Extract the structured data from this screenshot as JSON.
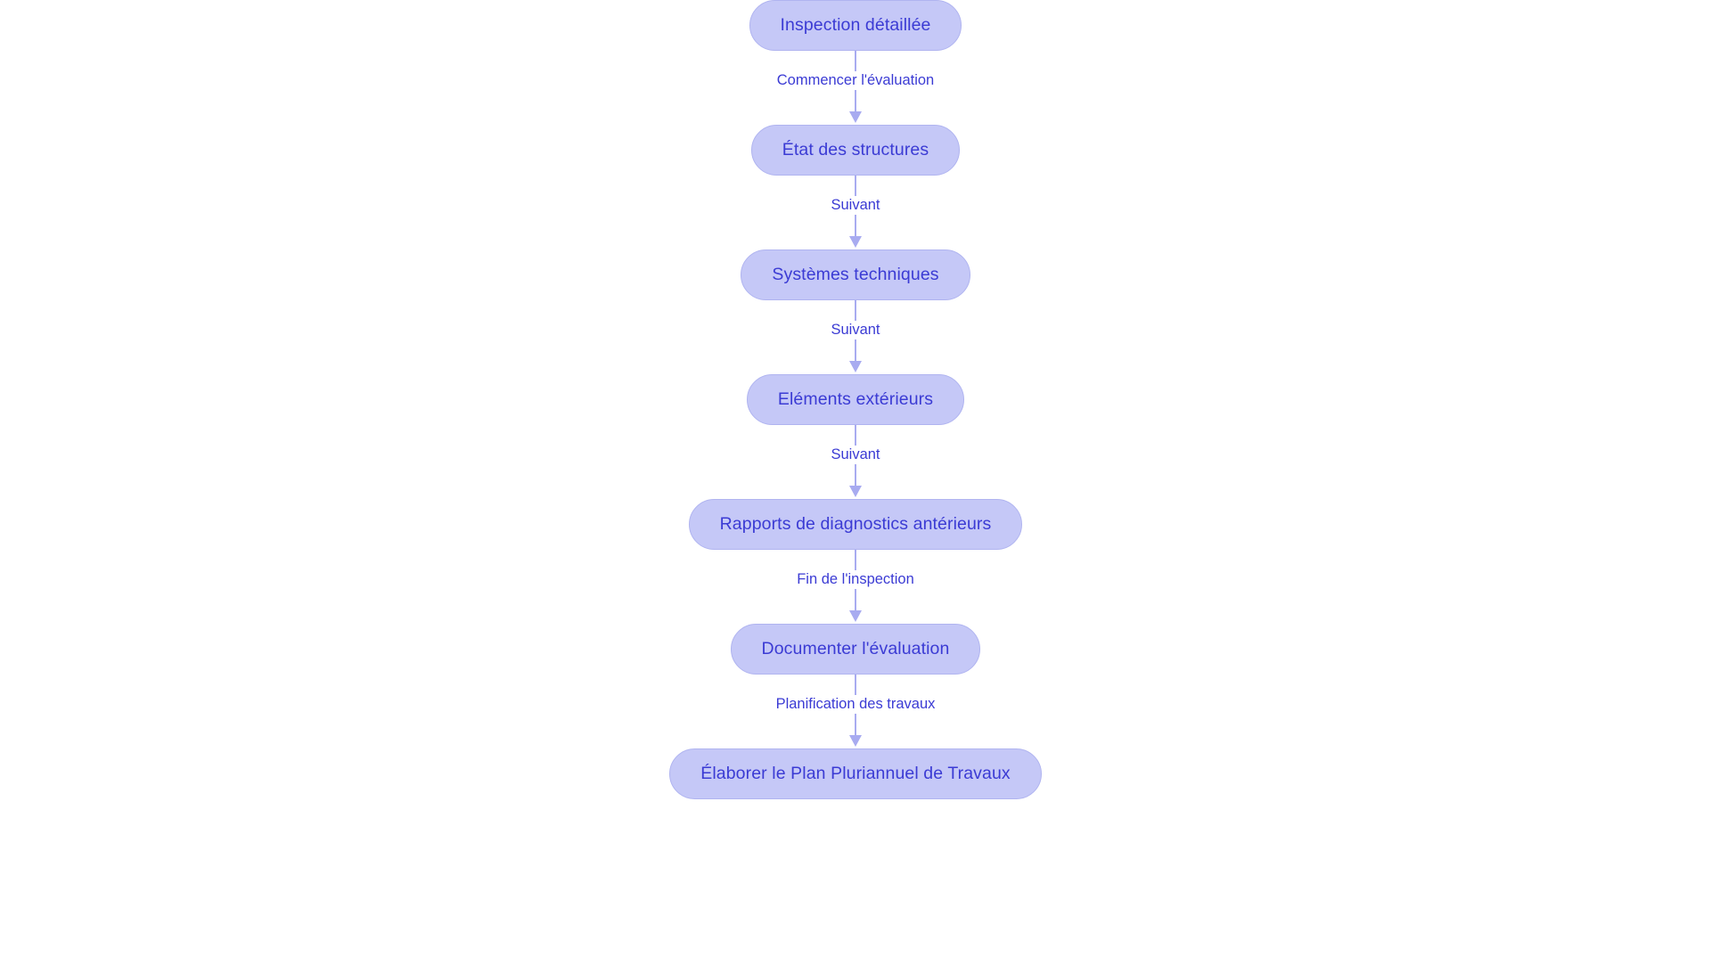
{
  "diagram": {
    "type": "flowchart",
    "orientation": "vertical-top-to-bottom",
    "background_color": "#ffffff",
    "node_fill_color": "#c5c8f7",
    "node_border_color": "#b0b4f0",
    "node_text_color": "#3b3bd4",
    "edge_color": "#a8abf0",
    "edge_label_color": "#3b3bd4",
    "nodes": [
      {
        "id": "inspection-detaillee",
        "label": "Inspection détaillée"
      },
      {
        "id": "etat-des-structures",
        "label": "État des structures"
      },
      {
        "id": "systemes-techniques",
        "label": "Systèmes techniques"
      },
      {
        "id": "elements-exterieurs",
        "label": "Eléments extérieurs"
      },
      {
        "id": "rapports-diagnostics-anterieurs",
        "label": "Rapports de diagnostics antérieurs"
      },
      {
        "id": "documenter-evaluation",
        "label": "Documenter l'évaluation"
      },
      {
        "id": "elaborer-plan-pluriannuel",
        "label": "Élaborer le Plan Pluriannuel de Travaux"
      }
    ],
    "edges": [
      {
        "id": "edge-1",
        "from": "inspection-detaillee",
        "to": "etat-des-structures",
        "label": "Commencer l'évaluation"
      },
      {
        "id": "edge-2",
        "from": "etat-des-structures",
        "to": "systemes-techniques",
        "label": "Suivant"
      },
      {
        "id": "edge-3",
        "from": "systemes-techniques",
        "to": "elements-exterieurs",
        "label": "Suivant"
      },
      {
        "id": "edge-4",
        "from": "elements-exterieurs",
        "to": "rapports-diagnostics-anterieurs",
        "label": "Suivant"
      },
      {
        "id": "edge-5",
        "from": "rapports-diagnostics-anterieurs",
        "to": "documenter-evaluation",
        "label": "Fin de l'inspection"
      },
      {
        "id": "edge-6",
        "from": "documenter-evaluation",
        "to": "elaborer-plan-pluriannuel",
        "label": "Planification des travaux"
      }
    ]
  }
}
